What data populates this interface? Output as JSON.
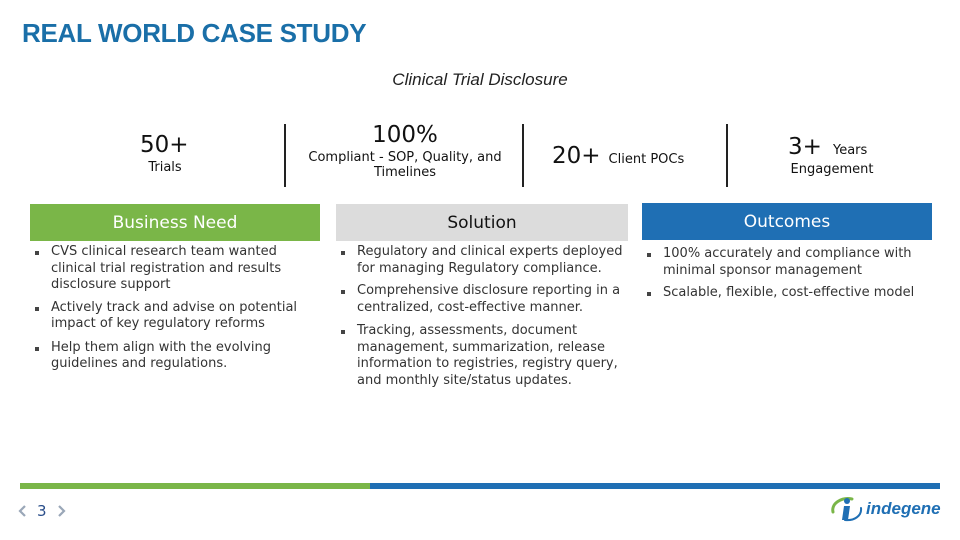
{
  "title": "REAL WORLD CASE STUDY",
  "subtitle": "Clinical Trial Disclosure",
  "stats": [
    {
      "value": "50+",
      "label": "Trials"
    },
    {
      "value": "100%",
      "label": "Compliant - SOP, Quality, and Timelines"
    },
    {
      "value": "20+",
      "label": "Client POCs"
    },
    {
      "value": "3+",
      "unit": "Years",
      "label": "Engagement"
    }
  ],
  "columns": {
    "need": {
      "header": "Business Need",
      "items": [
        "CVS clinical research team wanted clinical trial registration and results disclosure support",
        "Actively track and advise on potential impact of key regulatory reforms",
        "Help them align with the evolving guidelines and regulations."
      ]
    },
    "solution": {
      "header": "Solution",
      "items": [
        "Regulatory and clinical experts deployed for managing Regulatory compliance.",
        "Comprehensive disclosure reporting in a centralized, cost-effective manner.",
        "Tracking, assessments, document management, summarization, release information to registries, registry query, and monthly site/status updates."
      ]
    },
    "outcomes": {
      "header": "Outcomes",
      "items": [
        "100% accurately and compliance with minimal sponsor management",
        "Scalable, flexible, cost-effective model"
      ]
    }
  },
  "footer": {
    "page_number": "3",
    "logo_text": "indegene"
  },
  "colors": {
    "title": "#1a6fa8",
    "need_header": "#7ab648",
    "solution_header": "#dcdcdc",
    "outcomes_header": "#1f6fb4"
  }
}
